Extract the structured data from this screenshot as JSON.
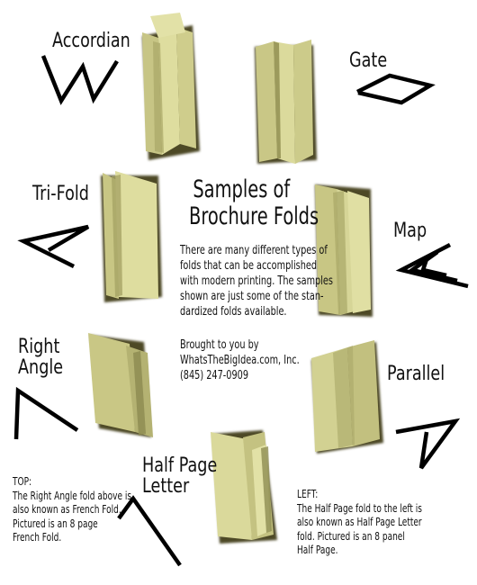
{
  "title": {
    "line1": "Samples of",
    "line2": "Brochure Folds"
  },
  "intro_lines": [
    "There are many different types of",
    "folds that can be accomplished",
    "with modern printing. The samples",
    "shown are just some of the stan-",
    "dardized folds available."
  ],
  "credit_lines": [
    "Brought to you by",
    "WhatsTheBigIdea.com, Inc.",
    "(845) 247-0909"
  ],
  "folds": {
    "accordian": "Accordian",
    "gate": "Gate",
    "trifold": "Tri-Fold",
    "map": "Map",
    "right_angle_line1": "Right",
    "right_angle_line2": "Angle",
    "parallel": "Parallel",
    "half_page_line1": "Half Page",
    "half_page_line2": "Letter"
  },
  "notes": {
    "top_lines": [
      "TOP:",
      "The Right Angle fold above is",
      "also known as French Fold.",
      "Pictured is an 8 page",
      "French Fold."
    ],
    "left_lines": [
      "LEFT:",
      "The Half Page fold to the left is",
      "also known as Half Page Letter",
      "fold. Pictured is an 8 panel",
      "Half Page."
    ]
  },
  "colors": {
    "paper": "#d8d79a",
    "paper_light": "#e4e3ac",
    "paper_shade": "#b9b77a",
    "shadow": "#5a5230",
    "outline": "#000000"
  }
}
